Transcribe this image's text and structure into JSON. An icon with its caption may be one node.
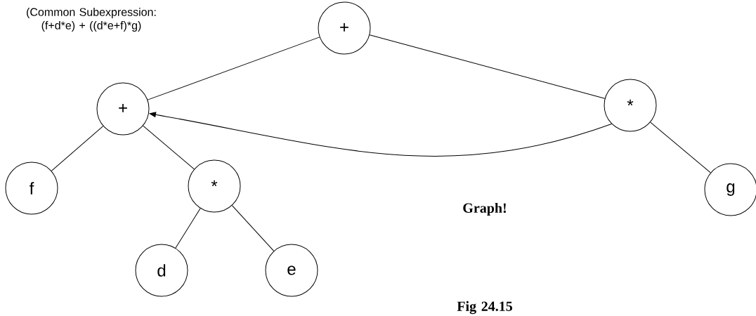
{
  "diagram": {
    "nodes": [
      {
        "text": [
          "+"
        ]
      },
      {
        "text": [
          "+"
        ]
      },
      {
        "text": [
          "*"
        ]
      },
      {
        "text": [
          "f"
        ]
      },
      {
        "text": [
          "*"
        ]
      },
      {
        "text": [
          "g"
        ]
      },
      {
        "text": [
          "d"
        ]
      },
      {
        "text": [
          "e"
        ]
      }
    ],
    "edges": [
      {
        "from": 0,
        "to": 1,
        "arrow": "none"
      },
      {
        "from": 0,
        "to": 2,
        "arrow": "none"
      },
      {
        "from": 2,
        "to": 1,
        "arrow": "to"
      },
      {
        "from": 1,
        "to": 3,
        "arrow": "none"
      },
      {
        "from": 1,
        "to": 4,
        "arrow": "none"
      },
      {
        "from": 2,
        "to": 5,
        "arrow": "none"
      },
      {
        "from": 4,
        "to": 6,
        "arrow": "none"
      },
      {
        "from": 4,
        "to": 7,
        "arrow": "none"
      }
    ],
    "labels": [
      "(Common Subexpression: (f+d*e) + ((d*e+f)*g)",
      "Graph!",
      "Fig 24.15"
    ]
  }
}
